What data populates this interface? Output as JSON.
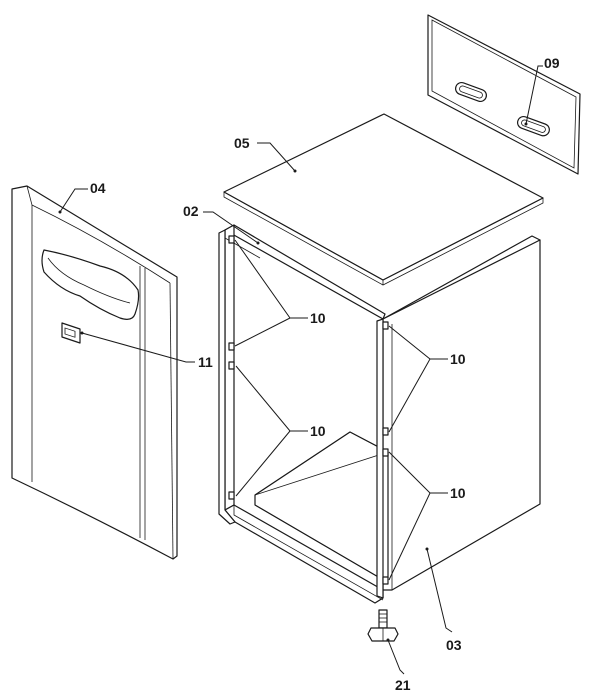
{
  "callouts": {
    "c02": "02",
    "c03": "03",
    "c04": "04",
    "c05": "05",
    "c09": "09",
    "c10a": "10",
    "c10b": "10",
    "c10c": "10",
    "c10d": "10",
    "c11": "11",
    "c21": "21"
  },
  "icons": {
    "adjustable_foot": "screw-foot-icon",
    "label_plate": "label-plate-icon"
  }
}
